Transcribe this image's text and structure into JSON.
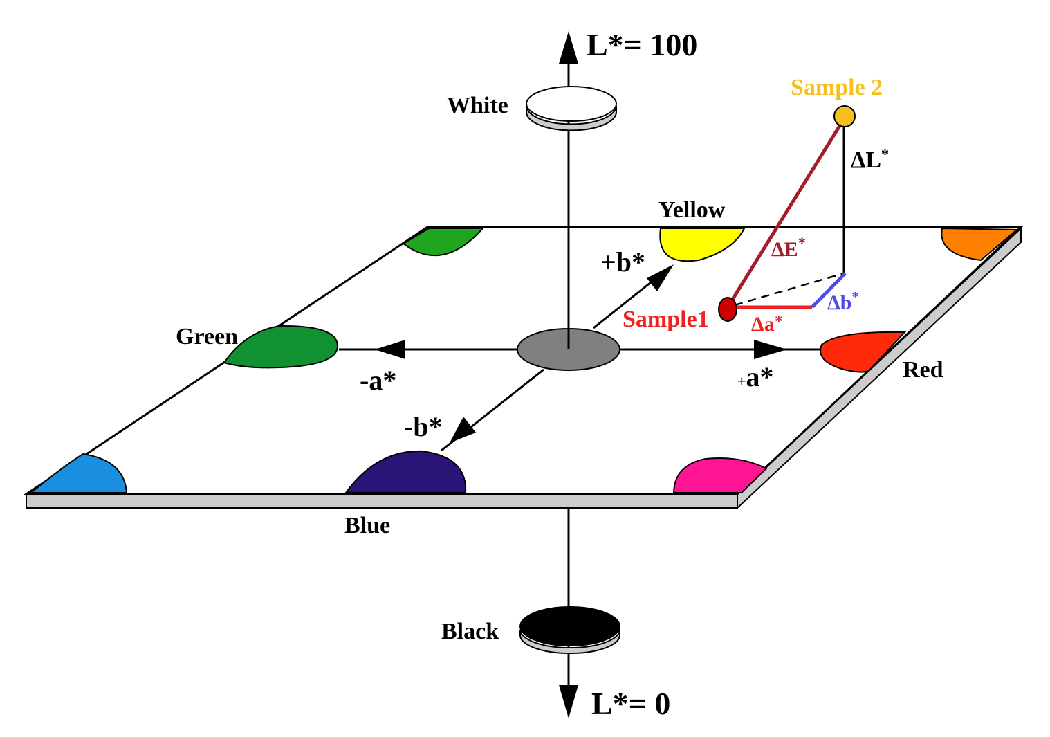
{
  "labels": {
    "l_top": "L*= 100",
    "l_bottom": "L*= 0",
    "white": "White",
    "black": "Black",
    "yellow": "Yellow",
    "green": "Green",
    "red": "Red",
    "blue": "Blue",
    "plus_b": "+b*",
    "minus_b": "-b*",
    "minus_a": "-a*",
    "plus_a_prefix": "+",
    "plus_a": "a*",
    "sample1": "Sample1",
    "sample2": "Sample 2",
    "delta_l": "ΔL",
    "delta_e": "ΔE",
    "delta_a": "Δa",
    "delta_b": "Δb",
    "star": "*"
  },
  "colors": {
    "green_top": "#1fa51f",
    "yellow": "#ffff00",
    "orange": "#ff8000",
    "green": "#119132",
    "center_gray": "#808080",
    "red": "#ff2a0a",
    "cyan_blue": "#1a8fe0",
    "indigo": "#2a1478",
    "magenta": "#ff1493",
    "sample1": "#cc0000",
    "sample2": "#f5bf1f",
    "delta_e": "#a51c2c",
    "delta_a": "#ee2222",
    "delta_b": "#4d4ddb",
    "plate_edge": "#cccccc"
  }
}
